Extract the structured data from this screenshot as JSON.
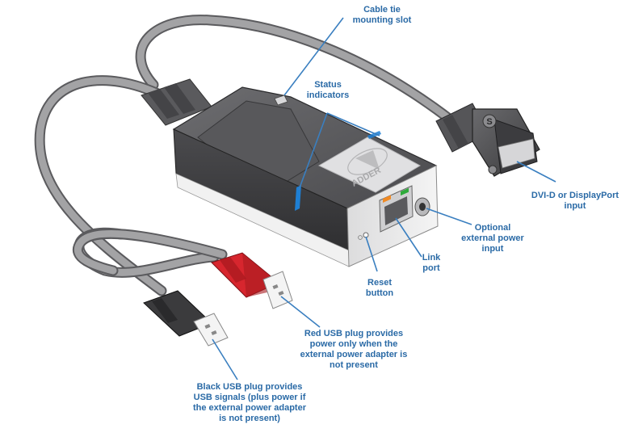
{
  "brand_text": "ADDER",
  "colors": {
    "callout_text": "#2a6aa6",
    "leader_line": "#3a7fc0",
    "cable": "#9a9a9c",
    "cable_edge": "#5b5b5e",
    "body_top": "#5e5e61",
    "body_side": "#3f3f42",
    "front_face": "#e9e9ea",
    "usb_red": "#d7262e",
    "usb_black": "#3b3b3d",
    "status_led": "#1e7fd4",
    "link_led_orange": "#f08a24",
    "link_led_green": "#2eaa3a"
  },
  "callouts": {
    "cable_tie": {
      "line1": "Cable tie",
      "line2": "mounting slot"
    },
    "status": {
      "line1": "Status",
      "line2": "indicators"
    },
    "dvi": {
      "line1": "DVI-D or DisplayPort",
      "line2": "input"
    },
    "power": {
      "line1": "Optional",
      "line2": "external power",
      "line3": "input"
    },
    "link": {
      "line1": "Link",
      "line2": "port"
    },
    "reset": {
      "line1": "Reset",
      "line2": "button"
    },
    "red_usb": {
      "line1": "Red USB plug provides",
      "line2": "power only when the",
      "line3": "external power adapter is",
      "line4": "not present"
    },
    "black_usb": {
      "line1": "Black USB plug provides",
      "line2": "USB signals (plus power if",
      "line3": "the external power adapter",
      "line4": "is not present)"
    }
  }
}
